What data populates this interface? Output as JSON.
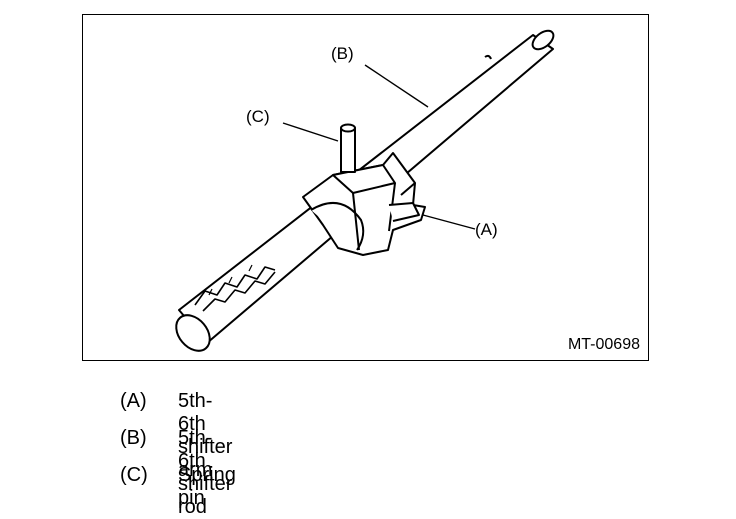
{
  "figure": {
    "code": "MT-00698",
    "callouts": {
      "a": "(A)",
      "b": "(B)",
      "c": "(C)"
    }
  },
  "legend": [
    {
      "key": "(A)",
      "text": "5th-6th shifter arm"
    },
    {
      "key": "(B)",
      "text": "5th-6th shifter rod"
    },
    {
      "key": "(C)",
      "text": "Spring pin"
    }
  ]
}
